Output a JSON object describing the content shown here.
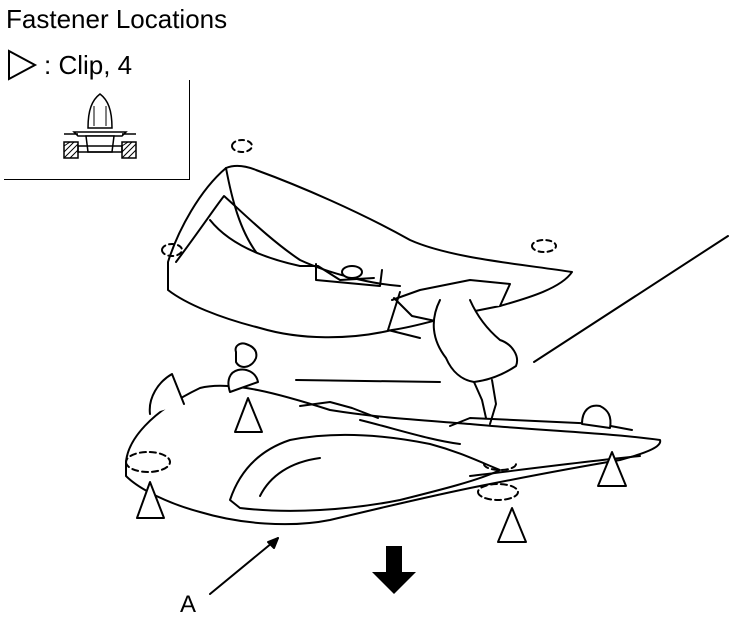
{
  "title": "Fastener Locations",
  "legend": {
    "symbol": "triangle-marker-icon",
    "text": ": Clip, 4"
  },
  "callout": {
    "label": "A"
  },
  "colors": {
    "line": "#000000",
    "background": "#ffffff"
  }
}
